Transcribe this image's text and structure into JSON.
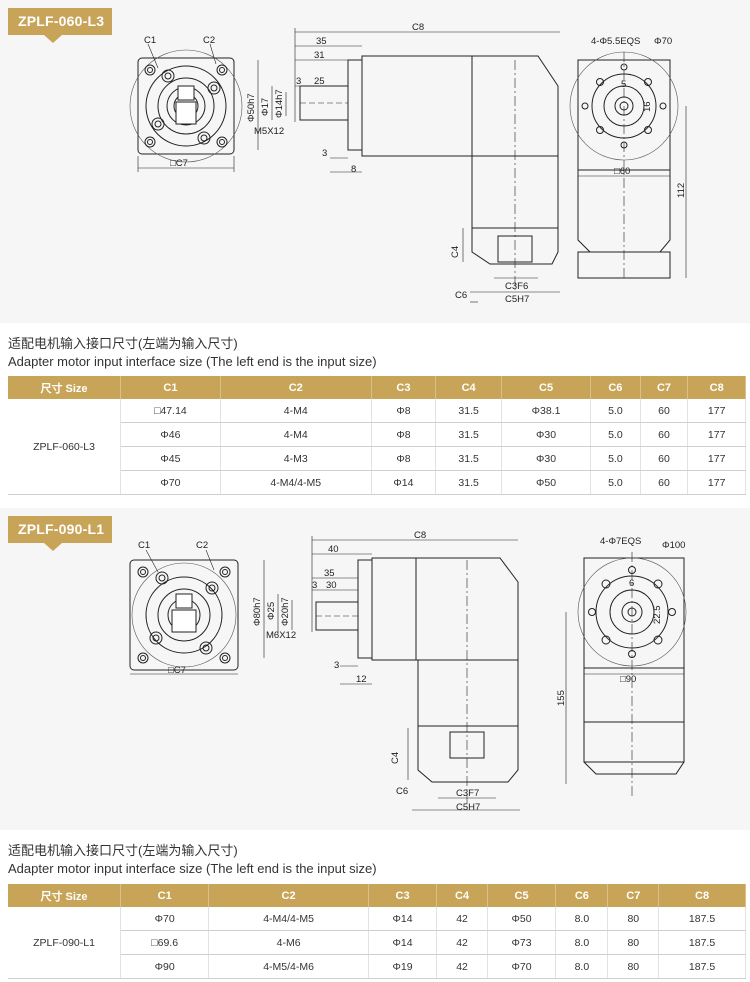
{
  "sections": [
    {
      "badge": "ZPLF-060-L3",
      "caption_cn": "适配电机输入接口尺寸(左端为输入尺寸)",
      "caption_en": "Adapter motor input interface size (The left end is the input size)",
      "labels": {
        "c1": "C1",
        "c2": "C2",
        "c7": "□C7",
        "c8": "C8",
        "d35": "35",
        "d31": "31",
        "d3a": "3",
        "d25": "25",
        "d50": "Φ50h7",
        "d17": "Φ17",
        "d14": "Φ14h7",
        "thread": "M5X12",
        "d3b": "3",
        "d8": "8",
        "c4": "C4",
        "c3f": "C3F6",
        "c5": "C5H7",
        "c6": "C6",
        "eqs": "4-Φ5.5EQS",
        "dphi": "Φ70",
        "key": "5",
        "key2": "16",
        "sq": "□60",
        "h": "112"
      },
      "table": {
        "headers": [
          "尺寸 Size",
          "C1",
          "C2",
          "C3",
          "C4",
          "C5",
          "C6",
          "C7",
          "C8"
        ],
        "size": "ZPLF-060-L3",
        "rows": [
          [
            "□47.14",
            "4-M4",
            "Φ8",
            "31.5",
            "Φ38.1",
            "5.0",
            "60",
            "177"
          ],
          [
            "Φ46",
            "4-M4",
            "Φ8",
            "31.5",
            "Φ30",
            "5.0",
            "60",
            "177"
          ],
          [
            "Φ45",
            "4-M3",
            "Φ8",
            "31.5",
            "Φ30",
            "5.0",
            "60",
            "177"
          ],
          [
            "Φ70",
            "4-M4/4-M5",
            "Φ14",
            "31.5",
            "Φ50",
            "5.0",
            "60",
            "177"
          ]
        ]
      }
    },
    {
      "badge": "ZPLF-090-L1",
      "caption_cn": "适配电机输入接口尺寸(左端为输入尺寸)",
      "caption_en": "Adapter motor input interface size (The left end is the input size)",
      "labels": {
        "c1": "C1",
        "c2": "C2",
        "c7": "□C7",
        "c8": "C8",
        "d35": "40",
        "d31": "35",
        "d3a": "3",
        "d25": "30",
        "d50": "Φ80h7",
        "d17": "Φ25",
        "d14": "Φ20h7",
        "thread": "M6X12",
        "d3b": "3",
        "d8": "12",
        "c4": "C4",
        "c3f": "C3F7",
        "c5": "C5H7",
        "c6": "C6",
        "eqs": "4-Φ7EQS",
        "dphi": "Φ100",
        "key": "6",
        "key2": "22.5",
        "sq": "□90",
        "h": "155"
      },
      "table": {
        "headers": [
          "尺寸 Size",
          "C1",
          "C2",
          "C3",
          "C4",
          "C5",
          "C6",
          "C7",
          "C8"
        ],
        "size": "ZPLF-090-L1",
        "rows": [
          [
            "Φ70",
            "4-M4/4-M5",
            "Φ14",
            "42",
            "Φ50",
            "8.0",
            "80",
            "187.5"
          ],
          [
            "□69.6",
            "4-M6",
            "Φ14",
            "42",
            "Φ73",
            "8.0",
            "80",
            "187.5"
          ],
          [
            "Φ90",
            "4-M5/4-M6",
            "Φ19",
            "42",
            "Φ70",
            "8.0",
            "80",
            "187.5"
          ]
        ]
      }
    }
  ]
}
